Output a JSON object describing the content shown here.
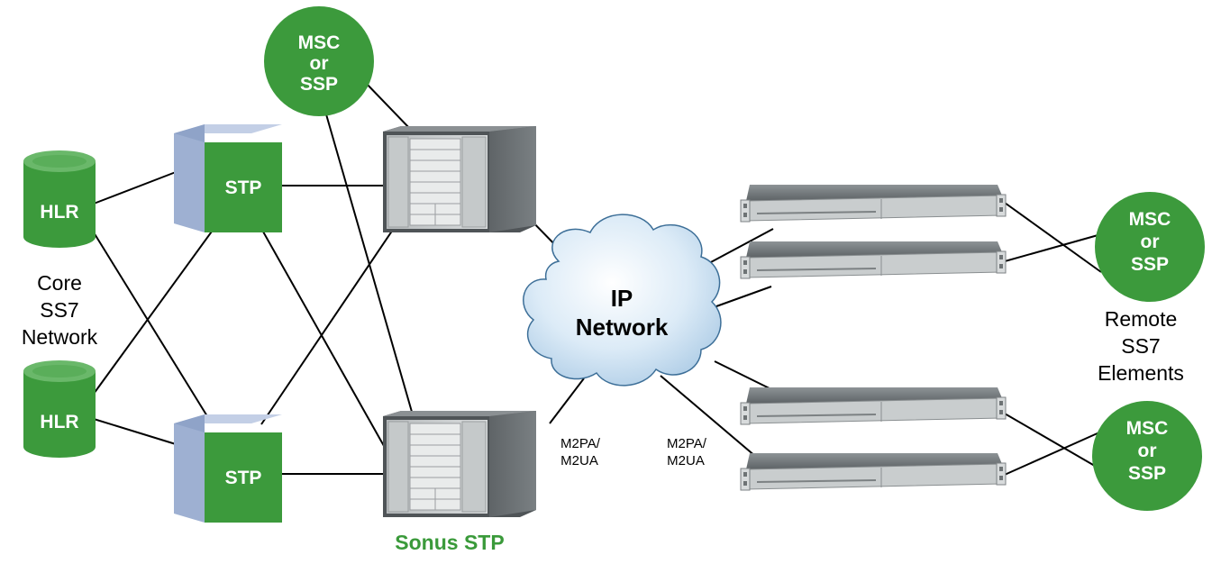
{
  "colors": {
    "green": "#3c9a3c",
    "stp_side": "#8fa3c8",
    "stp_top": "#c3cfe6",
    "cloud_fill": "#cfe3f3",
    "label_green": "#3a9a3a"
  },
  "labels": {
    "hlr": "HLR",
    "stp": "STP",
    "msc": [
      "MSC",
      "or",
      "SSP"
    ],
    "core_network": [
      "Core",
      "SS7",
      "Network"
    ],
    "ip_network": [
      "IP",
      "Network"
    ],
    "protocol": [
      "M2PA/",
      "M2UA"
    ],
    "remote_elements": [
      "Remote",
      "SS7",
      "Elements"
    ],
    "sonus_stp": "Sonus STP"
  },
  "icons": {
    "hlr": "database-cylinder-icon",
    "stp": "stp-box-icon",
    "msc": "circle-node-icon",
    "sonus": "server-chassis-icon",
    "rack": "rack-server-icon",
    "cloud": "cloud-icon"
  }
}
